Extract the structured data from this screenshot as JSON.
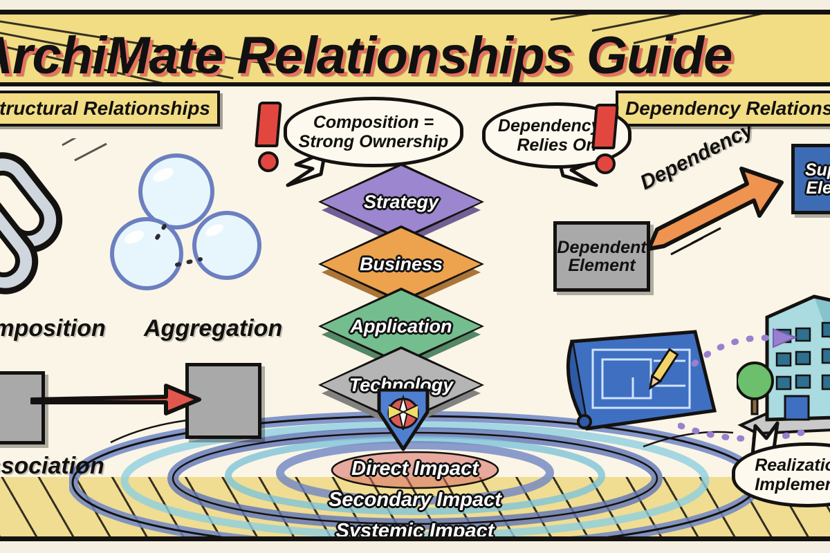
{
  "poster": {
    "title": "ArchiMate Relationships Guide",
    "background_color": "#faf5e6",
    "banner_color": "#f2dd85",
    "ink_color": "#141210"
  },
  "sections": {
    "left": {
      "label": "Structural Relationships"
    },
    "right": {
      "label": "Dependency Relationships"
    }
  },
  "callouts": [
    {
      "name": "composition-callout",
      "line1": "Composition =",
      "line2": "Strong Ownership",
      "accent": "#e2473f"
    },
    {
      "name": "dependency-callout",
      "line1": "Dependency =",
      "line2": "Relies On",
      "accent": "#e2473f"
    },
    {
      "name": "realization-callout",
      "line1": "Realization =",
      "line2": "Implements",
      "accent": "#141210"
    }
  ],
  "structural": {
    "composition": {
      "label": "Composition",
      "icon": "chain-link-icon"
    },
    "aggregation": {
      "label": "Aggregation",
      "icon": "bubbles-icon"
    },
    "association": {
      "label": "Association",
      "icon": "red-arrow-icon",
      "arrow_color": "#e2473f"
    }
  },
  "dependency": {
    "source_box": {
      "line1": "Dependent",
      "line2": "Element",
      "color": "#a9a9a9"
    },
    "target_box": {
      "line1": "Supplier",
      "line2": "Element",
      "color": "#3d6cb5"
    },
    "arrow_label": "Dependency",
    "arrow_color": "#ef9350"
  },
  "realization": {
    "from_icon": "blueprint-scroll-icon",
    "to_icon": "office-building-icon",
    "connector_color": "#9a7fd0"
  },
  "layers": [
    {
      "name": "Strategy",
      "color": "#9b86cf"
    },
    {
      "name": "Business",
      "color": "#eda24e"
    },
    {
      "name": "Application",
      "color": "#74bd8e"
    },
    {
      "name": "Technology",
      "color": "#b5b5b5"
    }
  ],
  "impact": {
    "marker_icon": "impact-burst-icon",
    "rings": [
      {
        "label": "Direct Impact",
        "color": "#d96b62"
      },
      {
        "label": "Secondary Impact",
        "color": "#6f86c4"
      },
      {
        "label": "Systemic Impact",
        "color": "#5f76b8"
      }
    ]
  }
}
